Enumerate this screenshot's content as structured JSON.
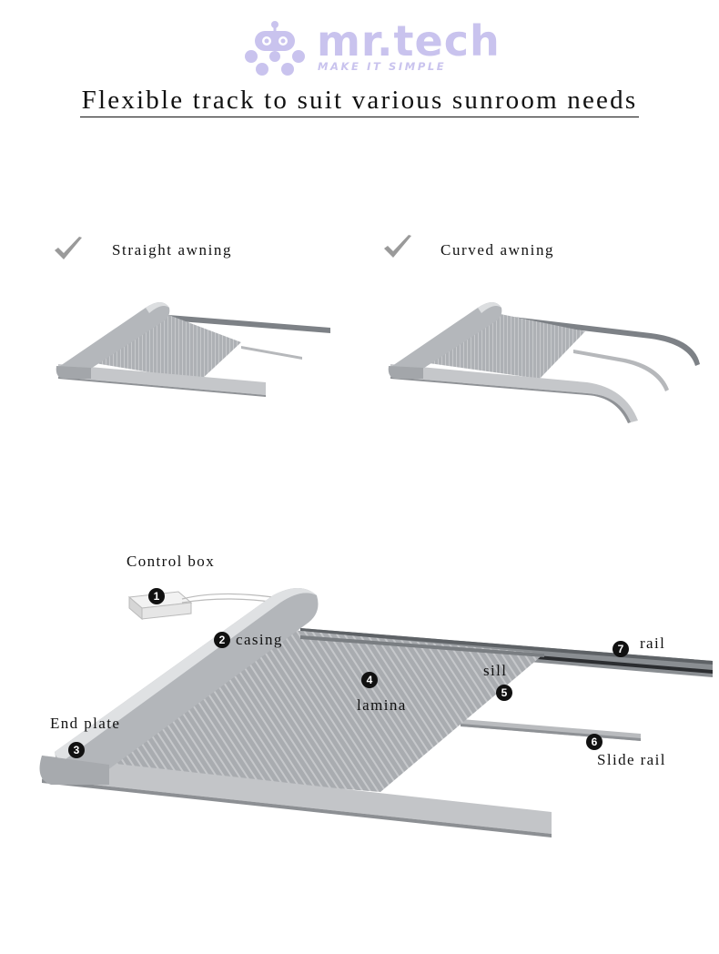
{
  "brand": {
    "name": "mr.tech",
    "tagline": "MAKE IT SIMPLE",
    "colors": {
      "logo": "#c9c3ee"
    }
  },
  "headline": "Flexible track to suit various sunroom needs",
  "options": [
    {
      "label": "Straight awning",
      "icon": "check-icon"
    },
    {
      "label": "Curved awning",
      "icon": "check-icon"
    }
  ],
  "parts": [
    {
      "number": "1",
      "label": "Control box"
    },
    {
      "number": "2",
      "label": "casing"
    },
    {
      "number": "3",
      "label": "End plate"
    },
    {
      "number": "4",
      "label": "lamina"
    },
    {
      "number": "5",
      "label": "sill"
    },
    {
      "number": "6",
      "label": "Slide rail"
    },
    {
      "number": "7",
      "label": "rail"
    }
  ]
}
